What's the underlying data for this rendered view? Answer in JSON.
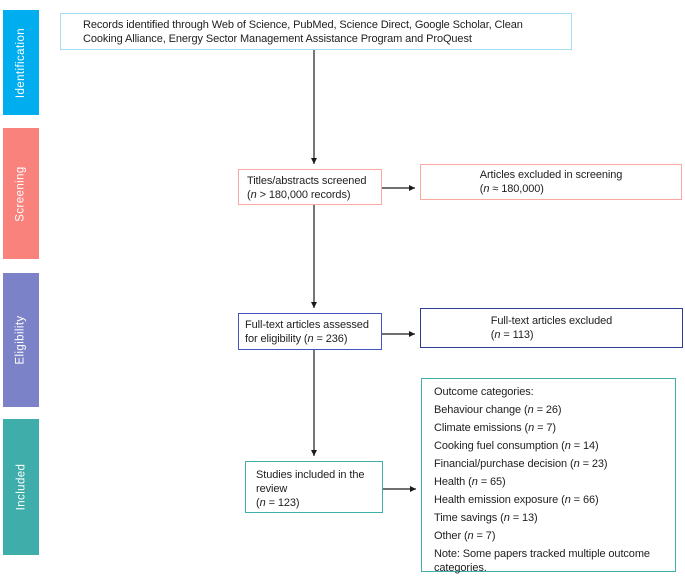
{
  "sidebar": {
    "stages": [
      {
        "label": "Identification",
        "color": "#00AEEF"
      },
      {
        "label": "Screening",
        "color": "#F9827C"
      },
      {
        "label": "Eligibility",
        "color": "#7C82C7"
      },
      {
        "label": "Included",
        "color": "#3FADA9"
      }
    ]
  },
  "boxes": {
    "records": {
      "text": "Records identified through Web of Science, PubMed, Science Direct, Google Scholar, Clean Cooking Alliance, Energy Sector Management Assistance Program and ProQuest",
      "border": "#A5DFF6"
    },
    "screened": {
      "line1": "Titles/abstracts screened",
      "line2": "(<i>n</i> &gt; 180,000 records)",
      "border": "#FBA8A3"
    },
    "screening_excluded": {
      "line1": "Articles excluded in screening",
      "line2": "(<i>n</i> ≈ 180,000)",
      "border": "#FBA8A3"
    },
    "fulltext_assessed": {
      "line1": "Full-text articles assessed",
      "line2": "for eligibility (<i>n</i> = 236)",
      "border": "#4355BE"
    },
    "fulltext_excluded": {
      "line1": "Full-text articles excluded",
      "line2": "(<i>n</i> = 113)",
      "border": "#2E3B97"
    },
    "studies_included": {
      "line1": "Studies included in the",
      "line2": "review",
      "line3": "(<i>n</i> = 123)",
      "border": "#3FAFAC"
    },
    "outcomes": {
      "border": "#3FAFAC",
      "items": [
        "Outcome categories:",
        "Behaviour change (<i>n</i> = 26)",
        "Climate emissions (<i>n</i> = 7)",
        "Cooking fuel consumption (<i>n</i> = 14)",
        "Financial/purchase decision (<i>n</i> = 23)",
        "Health (<i>n</i> = 65)",
        "Health emission exposure (<i>n</i> = 66)",
        "Time savings (<i>n</i> = 13)",
        "Other (<i>n</i> = 7)",
        "Note: Some papers tracked multiple outcome categories."
      ]
    }
  },
  "arrow_color": "#1a1a1a"
}
